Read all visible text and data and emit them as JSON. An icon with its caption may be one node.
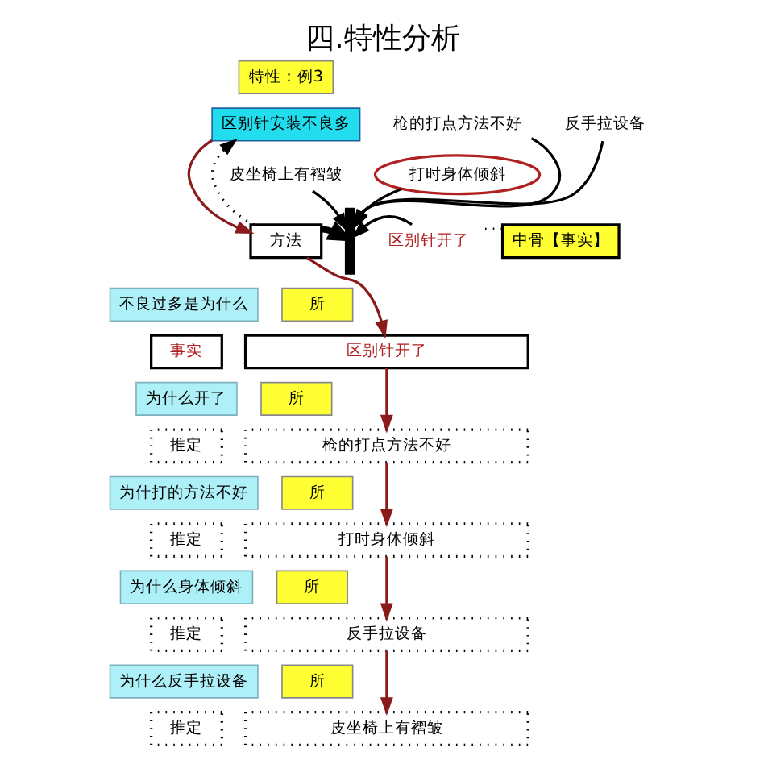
{
  "diagram": {
    "title": "四.特性分析",
    "nodes": [
      {
        "text": [
          "特性：例3"
        ]
      },
      {
        "text": [
          "区别针安装不良多"
        ]
      },
      {
        "text": [
          "方法"
        ]
      },
      {
        "text": [
          "枪的打点方法不好"
        ]
      },
      {
        "text": [
          "反手拉设备"
        ]
      },
      {
        "text": [
          "皮坐椅上有褶皱"
        ]
      },
      {
        "text": [
          "打时身体倾斜"
        ]
      },
      {
        "text": [
          "区别针开了"
        ]
      },
      {
        "text": [
          "中骨【事实】"
        ]
      },
      {
        "text": [
          "不良过多是为什么"
        ]
      },
      {
        "text": [
          "为什么开了"
        ]
      },
      {
        "text": [
          "为什打的方法不好"
        ]
      },
      {
        "text": [
          "为什么身体倾斜"
        ]
      },
      {
        "text": [
          "为什么反手拉设备"
        ]
      },
      {
        "text": [
          "事实"
        ]
      },
      {
        "text": [
          "推定"
        ]
      },
      {
        "text": [
          "推定"
        ]
      },
      {
        "text": [
          "推定"
        ]
      },
      {
        "text": [
          "推定"
        ]
      },
      {
        "text": [
          "区别针开了"
        ]
      },
      {
        "text": [
          "枪的打点方法不好"
        ]
      },
      {
        "text": [
          "打时身体倾斜"
        ]
      },
      {
        "text": [
          "反手拉设备"
        ]
      },
      {
        "text": [
          "皮坐椅上有褶皱"
        ]
      },
      {
        "text": [
          "所"
        ]
      },
      {
        "text": [
          "所"
        ]
      },
      {
        "text": [
          "所"
        ]
      },
      {
        "text": [
          "所"
        ]
      },
      {
        "text": [
          "所"
        ]
      },
      {
        "text": [],
        "shape": "bar"
      }
    ],
    "edges": [
      {
        "from": 1,
        "to": 2,
        "arrow": "to",
        "color": "#8b1a1a"
      },
      {
        "from": 2,
        "to": 1,
        "arrow": "to",
        "style": "dashed"
      },
      {
        "from": 2,
        "to": 29,
        "arrow": "to",
        "style": "thick"
      },
      {
        "from": 7,
        "to": 29,
        "arrow": "to"
      },
      {
        "from": 3,
        "to": 29,
        "arrow": "to"
      },
      {
        "from": 6,
        "to": 29,
        "arrow": "to"
      },
      {
        "from": 4,
        "to": 29,
        "arrow": "to"
      },
      {
        "from": 5,
        "to": 29,
        "arrow": "to"
      },
      {
        "from": 8,
        "to": 7,
        "arrow": "none",
        "style": "dashed"
      },
      {
        "from": 2,
        "to": 19,
        "arrow": "to",
        "color": "#8b1a1a"
      },
      {
        "from": 19,
        "to": 20,
        "arrow": "to",
        "color": "#8b1a1a"
      },
      {
        "from": 20,
        "to": 21,
        "arrow": "to",
        "color": "#8b1a1a"
      },
      {
        "from": 21,
        "to": 22,
        "arrow": "to",
        "color": "#8b1a1a"
      },
      {
        "from": 22,
        "to": 23,
        "arrow": "to",
        "color": "#8b1a1a"
      }
    ]
  }
}
